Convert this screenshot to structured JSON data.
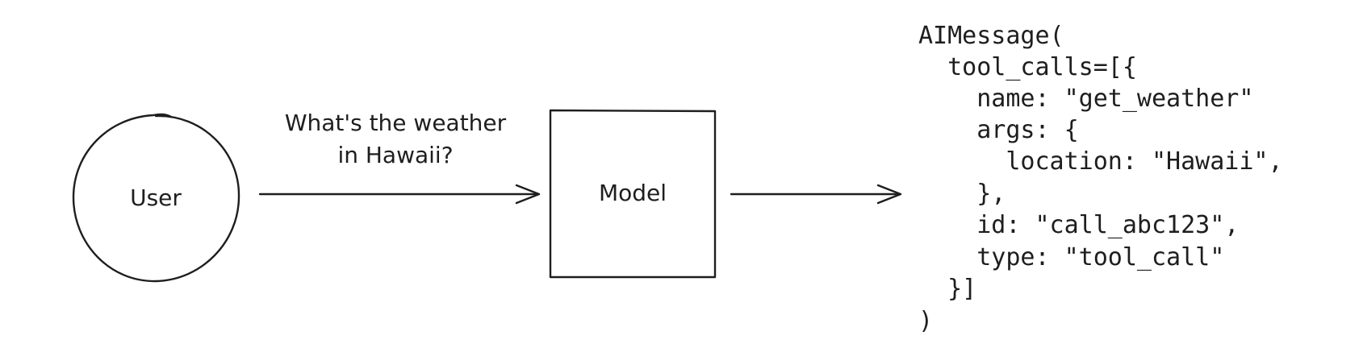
{
  "nodes": {
    "user": {
      "label": "User"
    },
    "model": {
      "label": "Model"
    }
  },
  "edges": {
    "user_to_model": {
      "label_lines": [
        "What's the weather",
        "in Hawaii?"
      ]
    }
  },
  "output": {
    "code_lines": [
      "AIMessage(",
      "  tool_calls=[{",
      "    name: \"get_weather\"",
      "    args: {",
      "      location: \"Hawaii\",",
      "    },",
      "    id: \"call_abc123\",",
      "    type: \"tool_call\"",
      "  }]",
      ")"
    ]
  }
}
